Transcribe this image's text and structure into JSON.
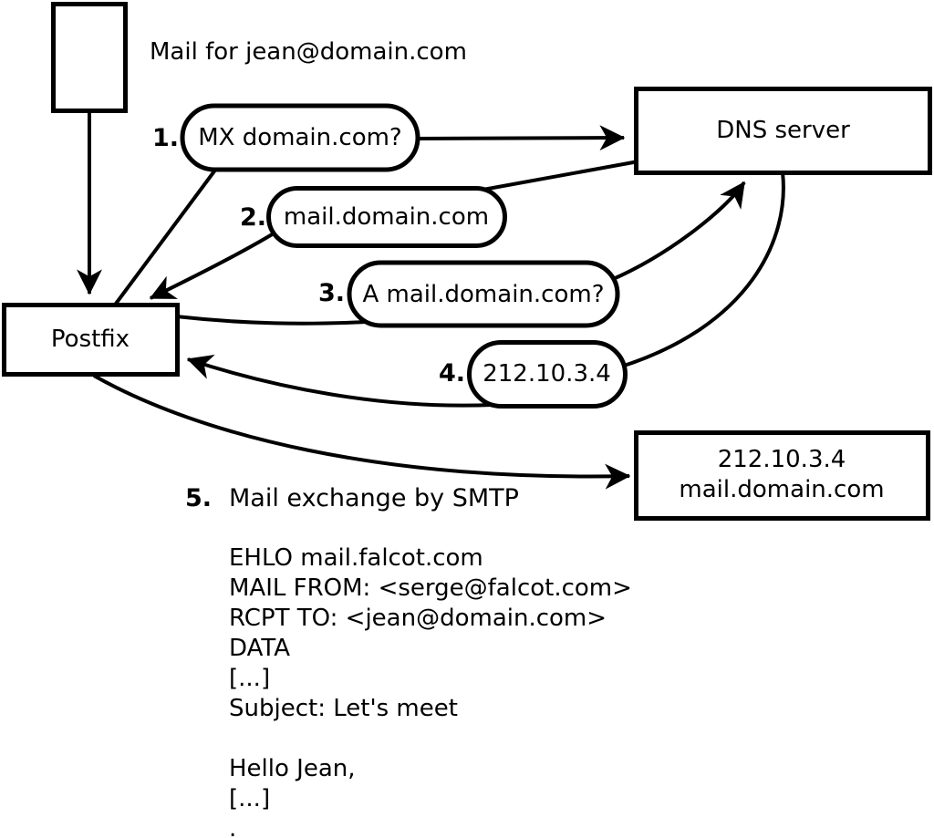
{
  "colors": {
    "stroke": "#000000",
    "background": "#ffffff",
    "text": "#000000"
  },
  "title": "Mail for jean@domain.com",
  "nodes": {
    "postfix": {
      "label": "Postfix"
    },
    "dns": {
      "label": "DNS server"
    },
    "mailserver": {
      "line1": "212.10.3.4",
      "line2": "mail.domain.com"
    }
  },
  "steps": [
    {
      "num": "1.",
      "label": "MX domain.com?"
    },
    {
      "num": "2.",
      "label": "mail.domain.com"
    },
    {
      "num": "3.",
      "label": "A mail.domain.com?"
    },
    {
      "num": "4.",
      "label": "212.10.3.4"
    },
    {
      "num": "5.",
      "label": "Mail exchange by SMTP"
    }
  ],
  "smtp_session": {
    "lines": [
      "EHLO mail.falcot.com",
      "MAIL FROM: <serge@falcot.com>",
      "RCPT TO: <jean@domain.com>",
      "DATA",
      "[...]",
      "Subject: Let's meet",
      "",
      "Hello Jean,",
      "[...]",
      "."
    ]
  }
}
